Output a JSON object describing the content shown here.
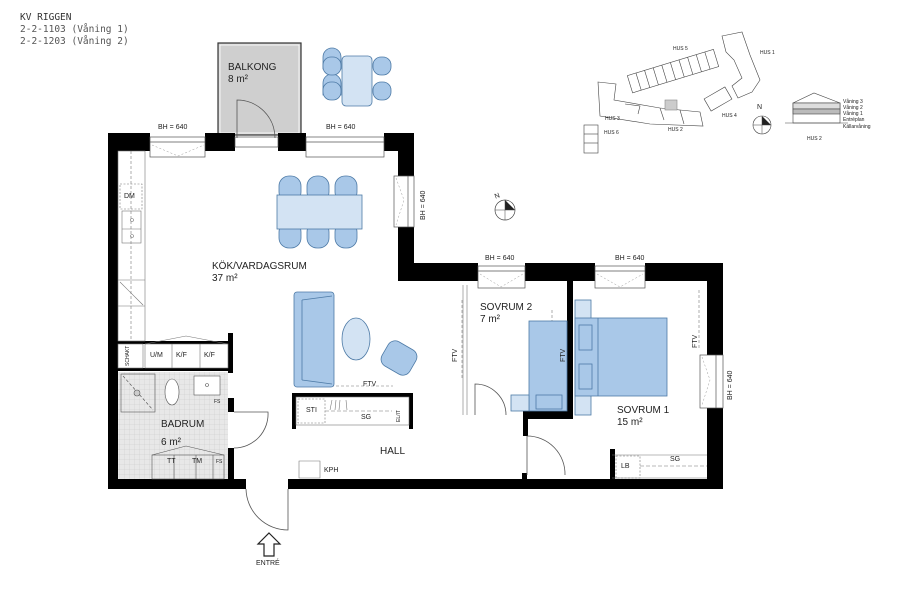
{
  "header": {
    "project": "KV RIGGEN",
    "units": [
      "2-2-1103 (Våning 1)",
      "2-2-1203 (Våning 2)"
    ]
  },
  "rooms": {
    "balkong": {
      "name": "BALKONG",
      "area": "8 m²"
    },
    "kok": {
      "name": "KÖK/VARDAGSRUM",
      "area": "37 m²"
    },
    "sovrum2": {
      "name": "SOVRUM 2",
      "area": "7 m²"
    },
    "sovrum1": {
      "name": "SOVRUM 1",
      "area": "15 m²"
    },
    "badrum": {
      "name": "BADRUM",
      "area": "6 m²"
    },
    "hall": {
      "name": "HALL"
    }
  },
  "windows": {
    "label": "BH = 640"
  },
  "fixtures": {
    "dm": "DM",
    "schakt": "SCHAKT",
    "um": "U/M",
    "kf1": "K/F",
    "kf2": "K/F",
    "fs1": "FS",
    "fs2": "FS",
    "tt": "TT",
    "tm": "TM",
    "sti": "STI",
    "sg1": "SG",
    "sg2": "SG",
    "el": "EL/IT",
    "ftv1": "FTV",
    "ftv2": "FTV",
    "ftv3": "FTV",
    "ftv4": "FTV",
    "kph": "KPH",
    "lb": "LB"
  },
  "entrance": {
    "label": "ENTRÉ"
  },
  "compass": {
    "north": "N"
  },
  "site_plan": {
    "buildings": [
      "HUS 1",
      "HUS 2",
      "HUS 3",
      "HUS 4",
      "HUS 5",
      "HUS 6"
    ]
  },
  "section": {
    "floors": [
      "Våning 3",
      "Våning 2",
      "Våning 1",
      "Entréplan",
      "Källarvåning"
    ],
    "building": "HUS 2"
  },
  "colors": {
    "wall": "#000000",
    "furniture": "#a9c8e8",
    "furniture_light": "#d3e3f3",
    "furniture_stroke": "#4d7aa6",
    "balcony": "#cfcfcf",
    "tile": "#e6e6e6"
  }
}
